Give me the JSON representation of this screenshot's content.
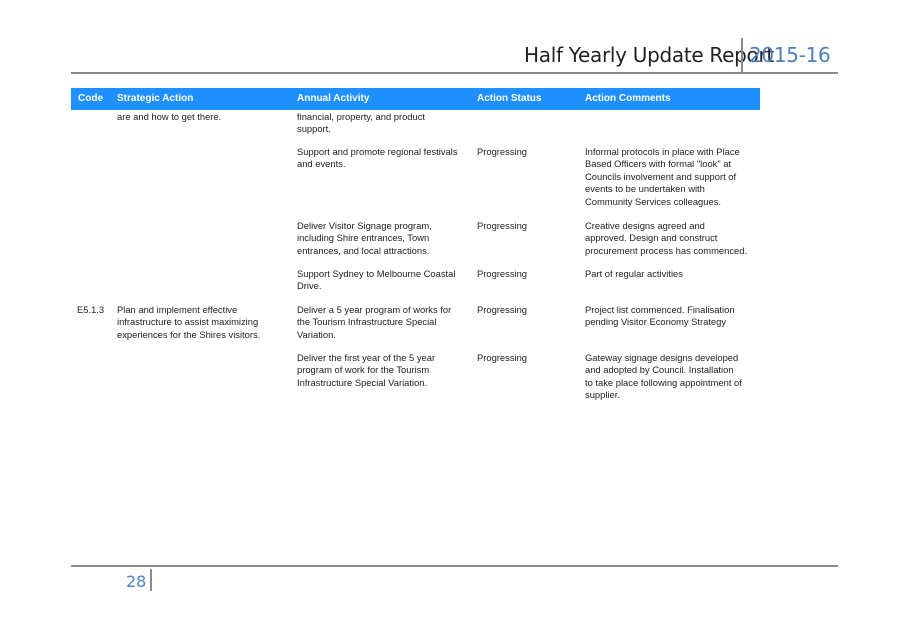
{
  "header": {
    "title": "Half Yearly Update Report",
    "year": "2015-16"
  },
  "table": {
    "columns": [
      "Code",
      "Strategic Action",
      "Annual Activity",
      "Action Status",
      "Action Comments"
    ],
    "rows": [
      {
        "code": "",
        "strategic": "are and how to get there.",
        "activity": "financial, property, and product\nsupport.",
        "status": "",
        "comments": ""
      },
      {
        "code": "",
        "strategic": "",
        "activity": "Support and promote regional festivals\nand events.",
        "status": "Progressing",
        "comments": "Informal protocols in place with Place\nBased Officers with formal \"look\" at\nCouncils involvement and support of\nevents to be undertaken with\nCommunity Services colleagues."
      },
      {
        "code": "",
        "strategic": "",
        "activity": "Deliver Visitor Signage program,\nincluding Shire entrances, Town\nentrances, and local attractions.",
        "status": "Progressing",
        "comments": "Creative designs agreed and\napproved.  Design and construct\nprocurement process has commenced."
      },
      {
        "code": "",
        "strategic": "",
        "activity": "Support Sydney to Melbourne Coastal\nDrive.",
        "status": "Progressing",
        "comments": "Part of regular activities"
      },
      {
        "code": "E5.1.3",
        "strategic": "Plan and implement effective\ninfrastructure to assist maximizing\nexperiences for the Shires visitors.",
        "activity": "Deliver a 5 year program of works for\nthe Tourism Infrastructure Special\nVariation.",
        "status": "Progressing",
        "comments": "Project list commenced. Finalisation\npending Visitor Economy Strategy"
      },
      {
        "code": "",
        "strategic": "",
        "activity": "Deliver the first year of the 5 year\nprogram of work for the Tourism\nInfrastructure Special Variation.",
        "status": "Progressing",
        "comments": "Gateway signage designs developed\nand adopted by Council.   Installation\nto take place following appointment of\nsupplier."
      }
    ]
  },
  "footer": {
    "page_number": "28"
  },
  "colors": {
    "header_bar": "#1e90ff",
    "accent_text": "#4f81bd",
    "rule": "#8a8a8a"
  }
}
